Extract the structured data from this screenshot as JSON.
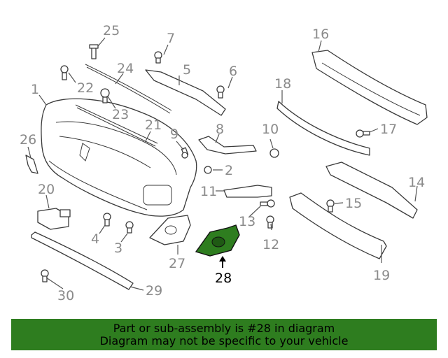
{
  "highlight_color": "#2e7d1f",
  "callouts": {
    "c1": "1",
    "c2": "2",
    "c3": "3",
    "c4": "4",
    "c5": "5",
    "c6": "6",
    "c7": "7",
    "c8": "8",
    "c9": "9",
    "c10": "10",
    "c11": "11",
    "c12": "12",
    "c13": "13",
    "c14": "14",
    "c15": "15",
    "c16": "16",
    "c17": "17",
    "c18": "18",
    "c19": "19",
    "c20": "20",
    "c21": "21",
    "c22": "22",
    "c23": "23",
    "c24": "24",
    "c25": "25",
    "c26": "26",
    "c27": "27",
    "c28": "28",
    "c29": "29",
    "c30": "30"
  },
  "banner": {
    "line1": "Part or sub-assembly is #28 in diagram",
    "line2": "Diagram may not be specific to your vehicle"
  }
}
